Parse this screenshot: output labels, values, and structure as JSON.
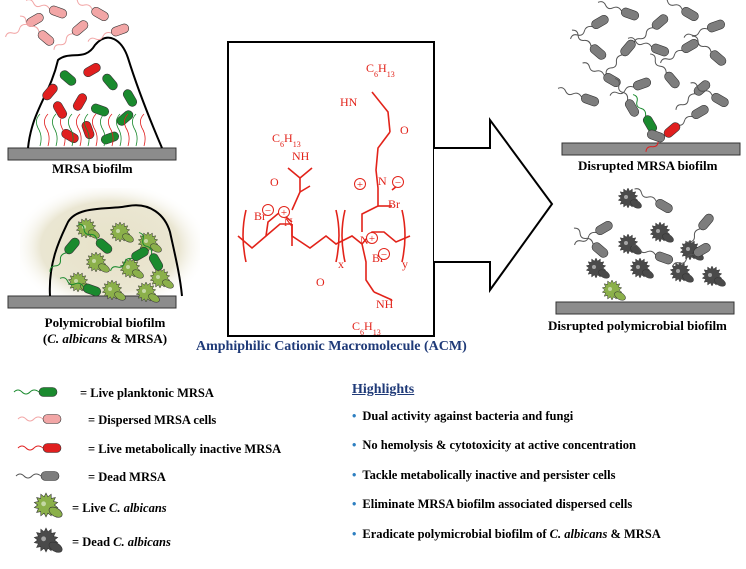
{
  "panels": {
    "mrsa_biofilm": "MRSA biofilm",
    "poly_biofilm_line1": "Polymicrobial biofilm",
    "poly_biofilm_line2_open": "(",
    "poly_biofilm_line2_italic": "C. albicans",
    "poly_biofilm_line2_rest": " & MRSA)",
    "disrupted_mrsa": "Disrupted MRSA biofilm",
    "disrupted_poly": "Disrupted polymicrobial biofilm"
  },
  "acm": {
    "title": "Amphiphilic Cationic Macromolecule (ACM)",
    "c6h13": "C",
    "c6h13_sub1": "6",
    "c6h13_h": "H",
    "c6h13_sub2": "13",
    "nh": "NH",
    "hn": "HN",
    "o": "O",
    "n": "N",
    "br": "Br",
    "x": "x",
    "y": "y",
    "plus": "+",
    "minus": "−"
  },
  "legend": [
    {
      "text": "= Live planktonic MRSA",
      "color": "#1a8a2e"
    },
    {
      "text": "= Dispersed MRSA cells",
      "color": "#f2a6a6"
    },
    {
      "text": "= Live metabolically inactive MRSA",
      "color": "#e01f1f"
    },
    {
      "text": "=  Dead MRSA",
      "color": "#7d7d7d"
    },
    {
      "text_prefix": "= Live ",
      "text_italic": "C. albicans",
      "color": "#8bb04a"
    },
    {
      "text_prefix": "= Dead ",
      "text_italic": "C. albicans",
      "color": "#4a4a4a"
    }
  ],
  "highlights": {
    "title": "Highlights",
    "items": [
      "Dual activity against bacteria and fungi",
      "No hemolysis & cytotoxicity at active concentration",
      "Tackle metabolically inactive and persister cells",
      "Eliminate MRSA biofilm associated dispersed cells"
    ],
    "last_prefix": "Eradicate polymicrobial biofilm of ",
    "last_italic": "C. albicans",
    "last_suffix": " & MRSA"
  },
  "colors": {
    "live_mrsa": "#1a8a2e",
    "dispersed": "#f2a6a6",
    "inactive": "#e01f1f",
    "dead": "#7d7d7d",
    "candida_live": "#8bb04a",
    "candida_dead": "#4a4a4a",
    "surface": "#8c8c8c",
    "chem": "#e2231a",
    "accent": "#1f3a78",
    "bullet": "#2e7fc1"
  }
}
